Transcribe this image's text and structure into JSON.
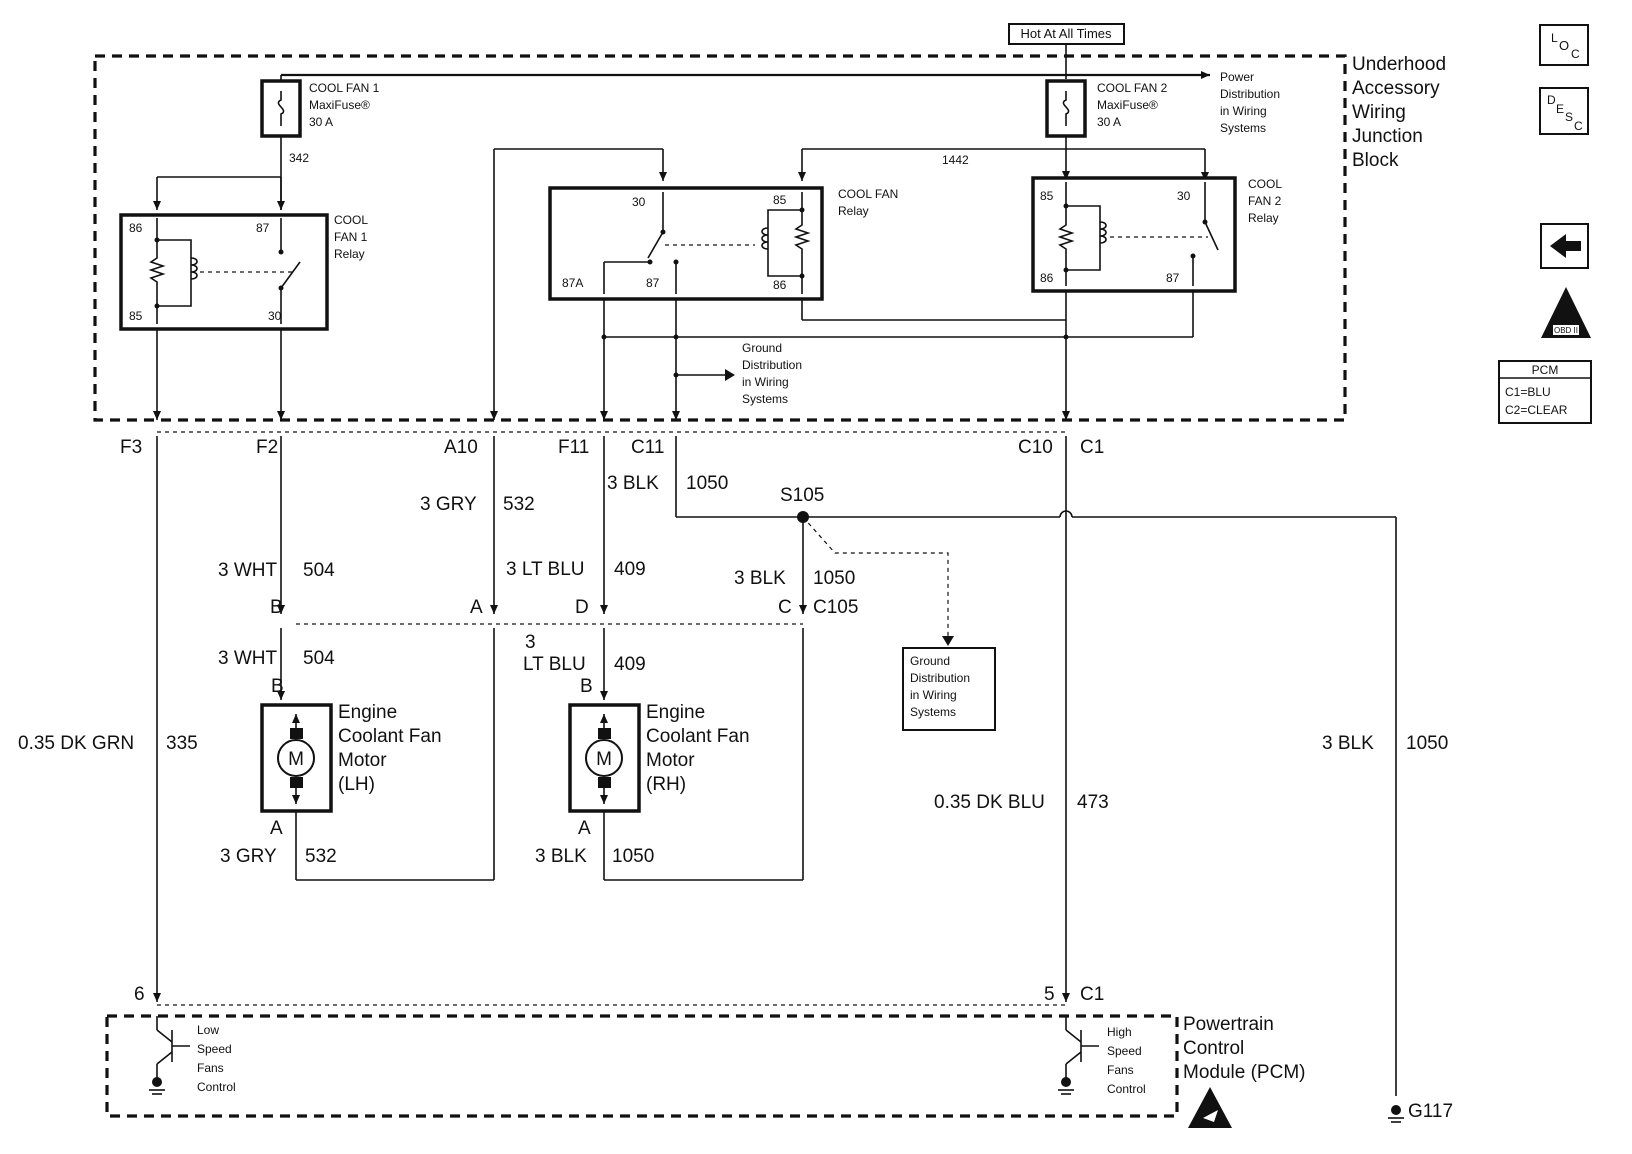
{
  "header": {
    "hot_at_all_times": "Hot At All Times"
  },
  "junction_block": {
    "lines": [
      "Underhood",
      "Accessory",
      "Wiring",
      "Junction",
      "Block"
    ]
  },
  "icons": {
    "loc": "L O C",
    "desc": "D E S C",
    "obd_badge": "OBD II"
  },
  "pcm_key": {
    "title": "PCM",
    "c1": "C1=BLU",
    "c2": "C2=CLEAR"
  },
  "fuses": {
    "fan1": {
      "name": "COOL FAN 1",
      "type": "MaxiFuse®",
      "rating": "30 A"
    },
    "fan2": {
      "name": "COOL FAN 2",
      "type": "MaxiFuse®",
      "rating": "30 A"
    }
  },
  "power_distribution": [
    "Power",
    "Distribution",
    "in Wiring",
    "Systems"
  ],
  "ground_distribution": [
    "Ground",
    "Distribution",
    "in Wiring",
    "Systems"
  ],
  "circuits": {
    "c342": "342",
    "c1442": "1442"
  },
  "relays": {
    "fan1": {
      "name": [
        "COOL",
        "FAN 1",
        "Relay"
      ],
      "pins": {
        "p86": "86",
        "p87": "87",
        "p85": "85",
        "p30": "30"
      }
    },
    "fan": {
      "name": [
        "COOL FAN",
        "Relay"
      ],
      "pins": {
        "p30": "30",
        "p85": "85",
        "p87a": "87A",
        "p87": "87",
        "p86": "86"
      }
    },
    "fan2": {
      "name": [
        "COOL",
        "FAN 2",
        "Relay"
      ],
      "pins": {
        "p85": "85",
        "p30": "30",
        "p86": "86",
        "p87": "87"
      }
    }
  },
  "connector_pins": {
    "f3": "F3",
    "f2": "F2",
    "a10": "A10",
    "f11": "F11",
    "c11": "C11",
    "c10": "C10",
    "c1": "C1",
    "b": "B",
    "a": "A",
    "d": "D",
    "c": "C",
    "c105": "C105",
    "pcm_6": "6",
    "pcm_5": "5",
    "pcm_c1": "C1",
    "motor_b": "B",
    "motor_a": "A"
  },
  "splice": "S105",
  "wires": {
    "dk_grn": {
      "color": "0.35 DK GRN",
      "circuit": "335"
    },
    "gry_upper": {
      "color": "3 GRY",
      "circuit": "532"
    },
    "blk_upper": {
      "color": "3 BLK",
      "circuit": "1050"
    },
    "wht_upper": {
      "color": "3 WHT",
      "circuit": "504"
    },
    "ltblu_upper": {
      "color": "3 LT BLU",
      "circuit": "409"
    },
    "blk_s105": {
      "color": "3 BLK",
      "circuit": "1050"
    },
    "wht_lower": {
      "color": "3 WHT",
      "circuit": "504"
    },
    "ltblu_lower": {
      "gauge": "3",
      "color": "LT BLU",
      "circuit": "409"
    },
    "gry_lower": {
      "color": "3 GRY",
      "circuit": "532"
    },
    "blk_lower": {
      "color": "3 BLK",
      "circuit": "1050"
    },
    "blk_ground": {
      "color": "3 BLK",
      "circuit": "1050"
    },
    "dk_blu": {
      "color": "0.35 DK BLU",
      "circuit": "473"
    }
  },
  "motors": {
    "lh": {
      "symbol": "M",
      "lines": [
        "Engine",
        "Coolant Fan",
        "Motor",
        "(LH)"
      ]
    },
    "rh": {
      "symbol": "M",
      "lines": [
        "Engine",
        "Coolant Fan",
        "Motor",
        "(RH)"
      ]
    }
  },
  "pcm": {
    "lines": [
      "Powertrain",
      "Control",
      "Module (PCM)"
    ],
    "low_speed": [
      "Low",
      "Speed",
      "Fans",
      "Control"
    ],
    "high_speed": [
      "High",
      "Speed",
      "Fans",
      "Control"
    ]
  },
  "ground_g117": "G117"
}
